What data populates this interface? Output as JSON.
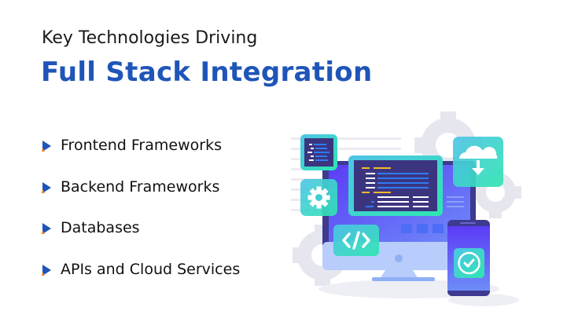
{
  "header": {
    "subtitle": "Key Technologies Driving",
    "title": "Full Stack Integration"
  },
  "list": {
    "items": [
      {
        "label": "Frontend Frameworks"
      },
      {
        "label": "Backend Frameworks"
      },
      {
        "label": "Databases"
      },
      {
        "label": "APIs and Cloud Services"
      }
    ]
  },
  "illustration": {
    "description": "Desktop monitor with code window, cloud download, settings gear, code tag and mobile phone with check mark",
    "icons": [
      "code-window-icon",
      "gear-icon",
      "code-tag-icon",
      "cloud-download-icon",
      "check-circle-icon",
      "background-gear-icon"
    ]
  },
  "colors": {
    "title": "#1f55b8",
    "bullet_blue": "#1f55b8",
    "bullet_orange": "#f58220",
    "teal": "#2dd4bf",
    "indigo": "#4a3fb0",
    "screen_dark": "#3b3580"
  }
}
